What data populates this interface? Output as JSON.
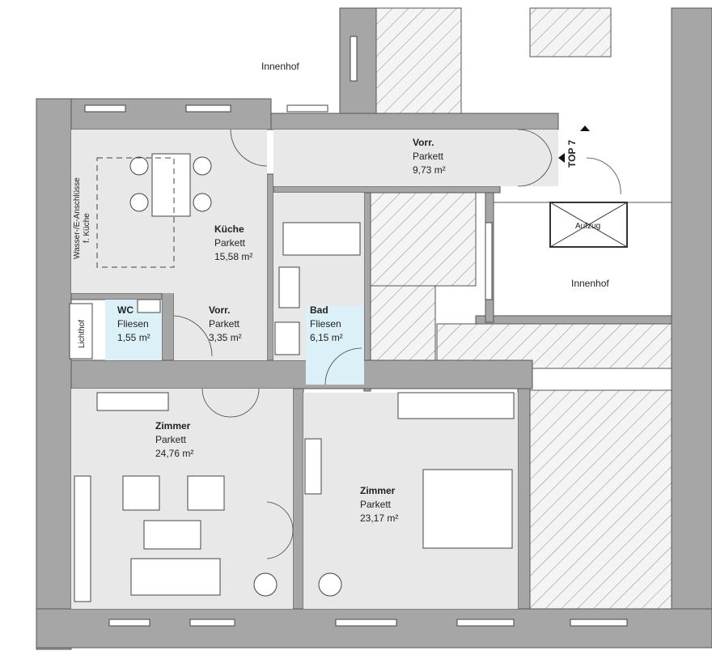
{
  "rooms": {
    "kitchen": {
      "name": "Küche",
      "floor": "Parkett",
      "area": "15,58 m²"
    },
    "hall_main": {
      "name": "Vorr.",
      "floor": "Parkett",
      "area": "9,73 m²"
    },
    "hall_small": {
      "name": "Vorr.",
      "floor": "Parkett",
      "area": "3,35 m²"
    },
    "wc": {
      "name": "WC",
      "floor": "Fliesen",
      "area": "1,55 m²"
    },
    "bath": {
      "name": "Bad",
      "floor": "Fliesen",
      "area": "6,15 m²"
    },
    "living": {
      "name": "Zimmer",
      "floor": "Parkett",
      "area": "24,76 m²"
    },
    "bedroom": {
      "name": "Zimmer",
      "floor": "Parkett",
      "area": "23,17 m²"
    }
  },
  "labels": {
    "courtyard_top": "Innenhof",
    "courtyard_right": "Innenhof",
    "elevator": "Aufzug",
    "unit": "TOP 7",
    "lightwell": "Lichthof",
    "water_line1": "Wasser-/E-Anschlüsse",
    "water_line2": "f. Küche"
  },
  "colors": {
    "wall": "#a6a6a6",
    "floor": "#e8e8e8",
    "tiles": "#dcf0f8",
    "hatch": "#888888"
  }
}
